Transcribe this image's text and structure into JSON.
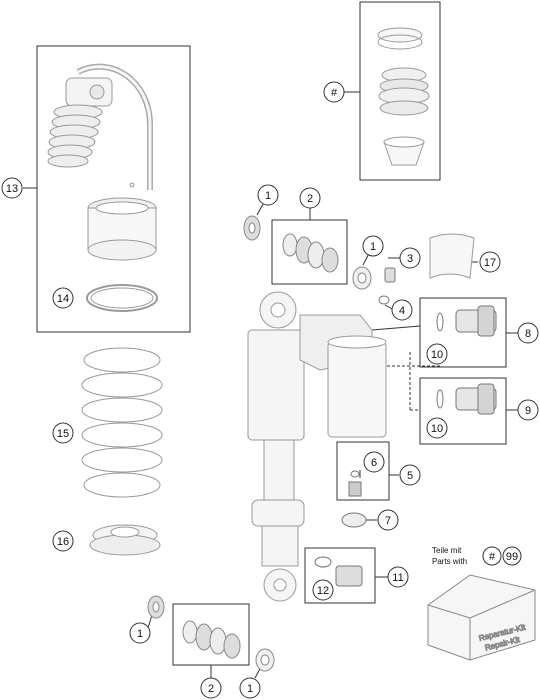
{
  "callouts": {
    "c1a": "1",
    "c1b": "1",
    "c1c": "1",
    "c1d": "1",
    "c2a": "2",
    "c2b": "2",
    "c3": "3",
    "c4": "4",
    "c5": "5",
    "c6": "6",
    "c7": "7",
    "c8": "8",
    "c9": "9",
    "c10a": "10",
    "c10b": "10",
    "c11": "11",
    "c12": "12",
    "c13": "13",
    "c14": "14",
    "c15": "15",
    "c16": "16",
    "c17": "17",
    "chash": "#"
  },
  "legend": {
    "line1": "Teile mit",
    "line2": "Parts with",
    "symbol": "#",
    "number": "99"
  },
  "kit": {
    "line1": "Reparatur-Kit",
    "line2": "Repair-Kit"
  }
}
